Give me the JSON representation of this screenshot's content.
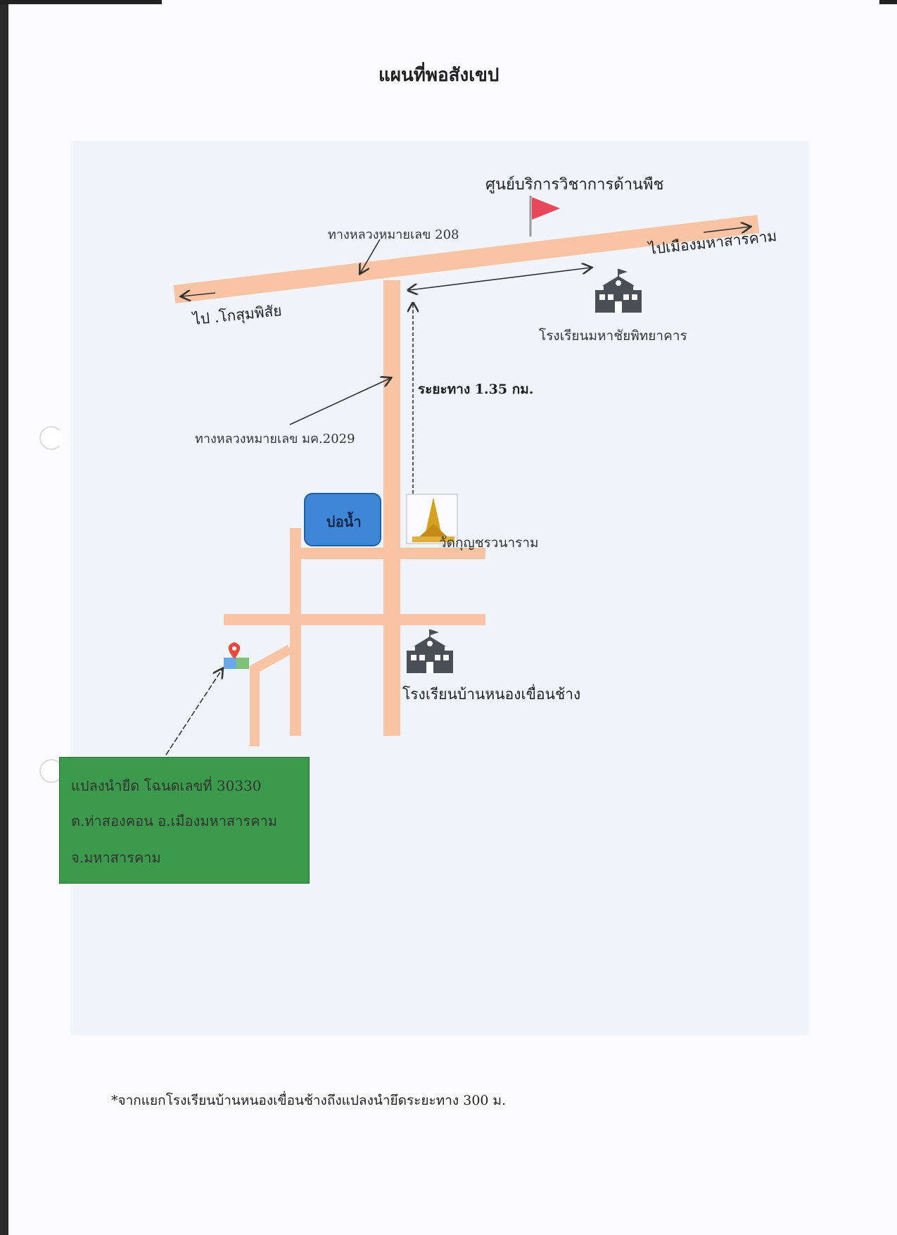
{
  "title": "แผนที่พอสังเขป",
  "labels": {
    "plant_center": "ศูนย์บริการวิชาการด้านพืช",
    "highway_208": "ทางหลวงหมายเลข 208",
    "to_mahasarakham": "ไปเมืองมหาสารคาม",
    "to_kosumphisai": "ไป .โกสุมพิสัย",
    "school_1": "โรงเรียนมหาชัยพิทยาคาร",
    "distance": "ระยะทาง 1.35 กม.",
    "highway_2029": "ทางหลวงหมายเลข มค.2029",
    "pond": "บ่อน้ำ",
    "temple": "วัดกุญชรวนาราม",
    "school_2": "โรงเรียนบ้านหนองเขื่อนช้าง"
  },
  "plot_box": {
    "line1": "แปลงนำยืด โฉนดเลขที่ 30330",
    "line2": "ต.ท่าสองคอน อ.เมืองมหาสารคาม",
    "line3": "จ.มหาสารคาม"
  },
  "footnote": "*จากแยกโรงเรียนบ้านหนองเขื่อนช้างถึงแปลงนำยึดระยะทาง 300 ม.",
  "colors": {
    "road": "#f8c4a3",
    "pond": "#3f86d6",
    "plot_box": "#3b9a4b",
    "flag": "#e8485a",
    "building": "#4a4f56"
  },
  "icons": [
    "flag-icon",
    "school-icon",
    "temple-icon",
    "location-pin-icon"
  ]
}
